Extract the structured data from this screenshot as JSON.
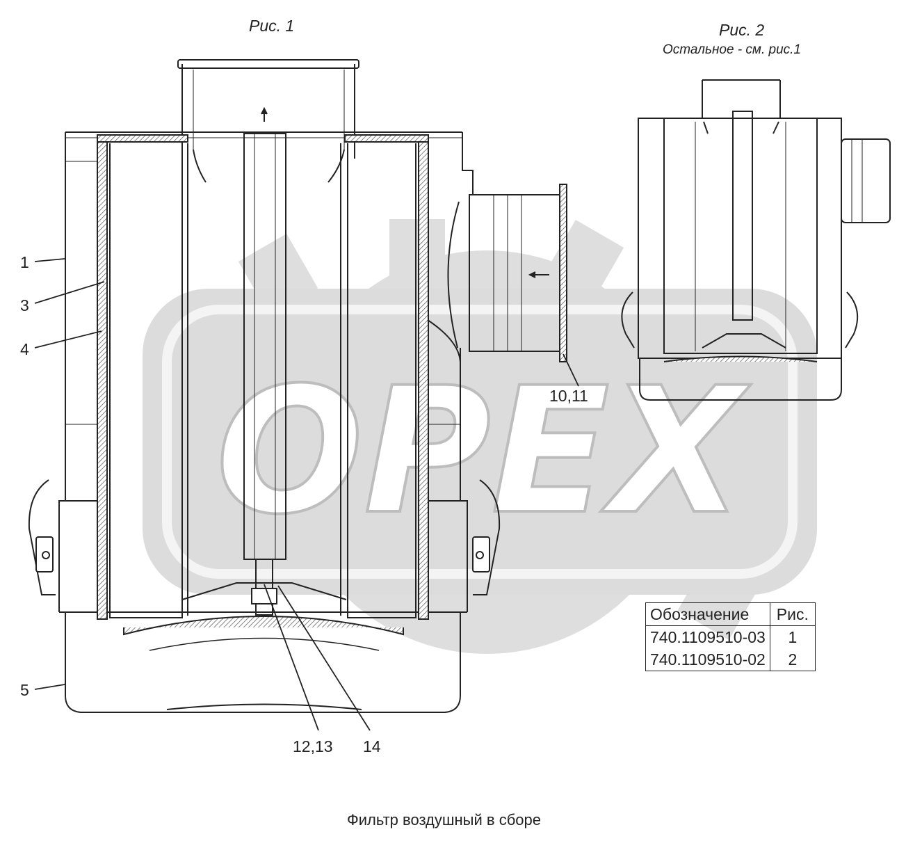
{
  "figures": {
    "fig1": {
      "title": "Рис. 1"
    },
    "fig2": {
      "title": "Рис. 2",
      "subtitle": "Остальное - см. рис.1"
    }
  },
  "callouts": {
    "c1": "1",
    "c3": "3",
    "c4": "4",
    "c5": "5",
    "c10_11": "10,11",
    "c12_13": "12,13",
    "c14": "14"
  },
  "watermark": {
    "text": "OPEX",
    "color": "#d9d9d9"
  },
  "table": {
    "headers": [
      "Обозначение",
      "Рис."
    ],
    "rows": [
      [
        "740.1109510-03",
        "1"
      ],
      [
        "740.1109510-02",
        "2"
      ]
    ]
  },
  "caption": "Фильтр воздушный в сборе",
  "colors": {
    "line": "#222222",
    "watermark": "#d9d9d9",
    "hatch": "#666666"
  }
}
